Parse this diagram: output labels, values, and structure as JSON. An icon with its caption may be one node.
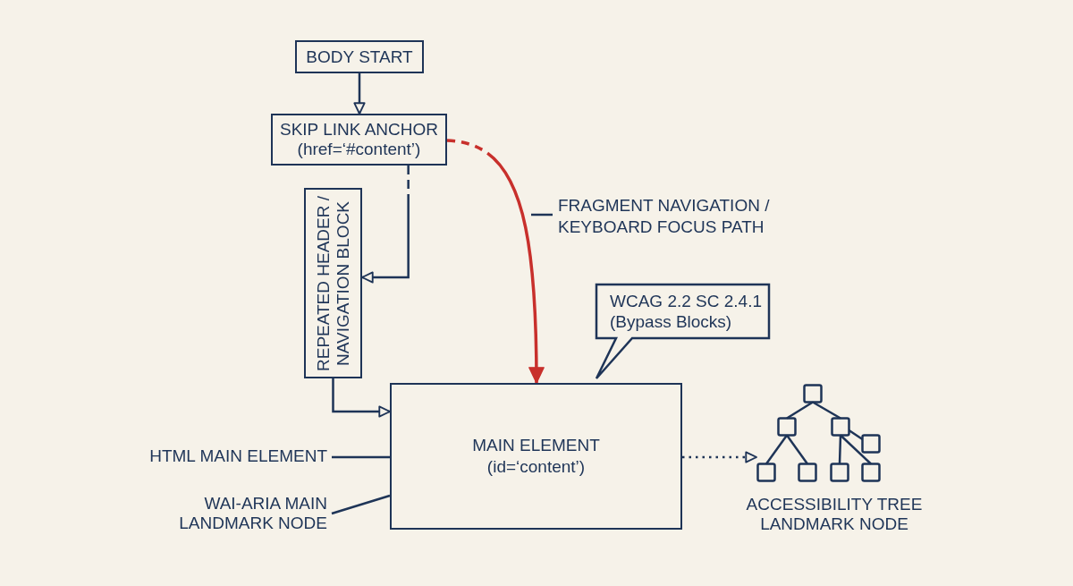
{
  "diagram": {
    "nodes": [
      {
        "text": [
          "BODY START"
        ]
      },
      {
        "text": [
          "SKIP LINK ANCHOR (href=‘#content’)"
        ]
      },
      {
        "text": [
          "REPEATED HEADER / NAVIGATION BLOCK"
        ]
      },
      {
        "text": [
          "FRAGMENT NAVIGATION / KEYBOARD FOCUS PATH"
        ]
      },
      {
        "text": [
          "WCAG 2.2 SC 2.4.1 (Bypass Blocks)"
        ]
      },
      {
        "text": [
          "MAIN ELEMENT (id=‘content’)"
        ]
      },
      {
        "text": [
          "HTML MAIN ELEMENT"
        ]
      },
      {
        "text": [
          "WAI-ARIA MAIN LANDMARK NODE"
        ]
      },
      {
        "text": [],
        "shape": "picture",
        "beside": [
          "ACCESSIBILITY TREE LANDMARK NODE"
        ]
      }
    ],
    "edges": [
      {
        "from": 0,
        "to": 1,
        "arrow": "to"
      },
      {
        "from": 1,
        "to": 2,
        "arrow": "to",
        "style": "dashed"
      },
      {
        "from": 1,
        "to": 5,
        "arrow": "to",
        "style": "dashed",
        "color": "#c8302c"
      },
      {
        "from": 2,
        "to": 5,
        "arrow": "to"
      },
      {
        "from": 5,
        "to": 8,
        "arrow": "to",
        "style": "dashed"
      },
      {
        "from": 3,
        "to": null,
        "arrow": "none"
      },
      {
        "from": 6,
        "to": 5,
        "arrow": "none"
      },
      {
        "from": 7,
        "to": 5,
        "arrow": "none"
      }
    ]
  }
}
